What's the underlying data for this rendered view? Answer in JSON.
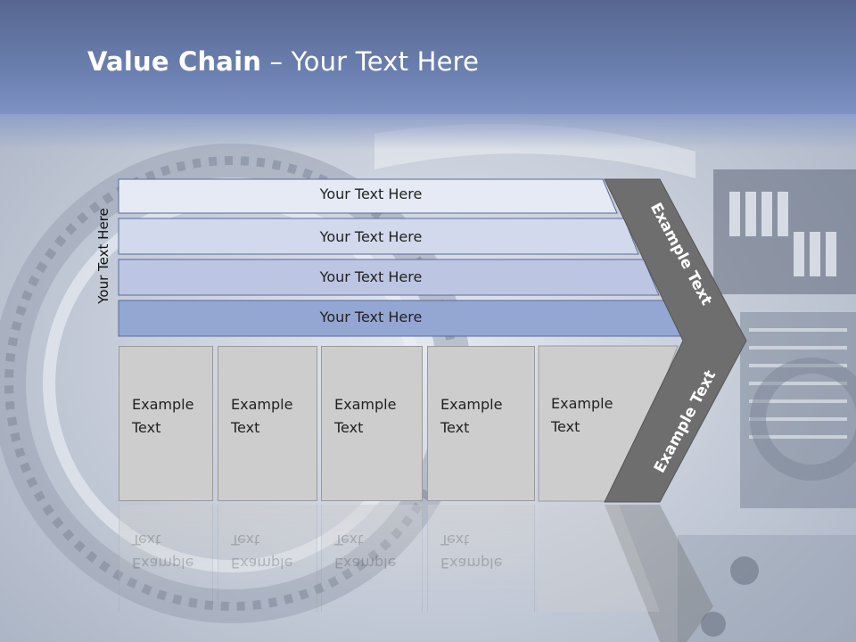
{
  "title": {
    "bold": "Value Chain",
    "rest": " – Your Text Here"
  },
  "side_label": "Your Text Here",
  "bands": [
    {
      "label": "Your Text Here",
      "color": "#e6eaf4"
    },
    {
      "label": "Your Text Here",
      "color": "#d2d9ec"
    },
    {
      "label": "Your Text Here",
      "color": "#bcc6e3"
    },
    {
      "label": "Your Text Here",
      "color": "#94a6d2"
    }
  ],
  "activities": [
    {
      "label": "Example\nText"
    },
    {
      "label": "Example\nText"
    },
    {
      "label": "Example\nText"
    },
    {
      "label": "Example\nText"
    },
    {
      "label": "Example\nText"
    }
  ],
  "margin_arrow": {
    "top_label": "Example Text",
    "bottom_label": "Example Text",
    "color": "#6e6e6e"
  },
  "colors": {
    "header": "#6d82b3",
    "box": "#cdcdcd"
  }
}
